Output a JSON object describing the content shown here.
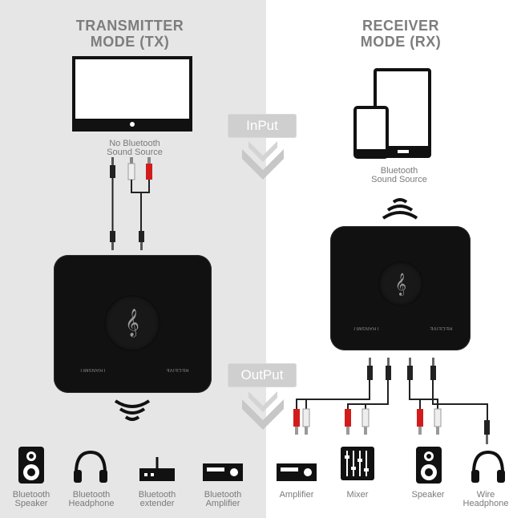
{
  "transmitter": {
    "title_line1": "TRANSMITTER",
    "title_line2": "MODE (TX)",
    "source_line1": "No Bluetooth",
    "source_line2": "Sound Source",
    "device_left": "TRANSMIT",
    "device_right": "RECEIVE",
    "outputs": [
      {
        "line1": "Bluetooth",
        "line2": "Speaker",
        "icon": "speaker-icon"
      },
      {
        "line1": "Bluetooth",
        "line2": "Headphone",
        "icon": "headphone-icon"
      },
      {
        "line1": "Bluetooth",
        "line2": "extender",
        "icon": "extender-icon"
      },
      {
        "line1": "Bluetooth",
        "line2": "Amplifier",
        "icon": "amplifier-icon"
      }
    ]
  },
  "receiver": {
    "title_line1": "RECEIVER",
    "title_line2": "MODE (RX)",
    "source_line1": "Bluetooth",
    "source_line2": "Sound Source",
    "device_left": "TRANSMIT",
    "device_right": "RECEIVE",
    "outputs": [
      {
        "line1": "Amplifier",
        "line2": "",
        "icon": "amplifier-icon"
      },
      {
        "line1": "Mixer",
        "line2": "",
        "icon": "mixer-icon"
      },
      {
        "line1": "Speaker",
        "line2": "",
        "icon": "speaker-icon"
      },
      {
        "line1": "Wire",
        "line2": "Headphone",
        "icon": "headphone-icon"
      }
    ]
  },
  "stages": {
    "input": "InPut",
    "output": "OutPut"
  },
  "colors": {
    "left_bg": "#e6e6e6",
    "right_bg": "#ffffff",
    "label_text": "#7a7a7a",
    "device": "#111111",
    "rca_red": "#d21c1c"
  }
}
